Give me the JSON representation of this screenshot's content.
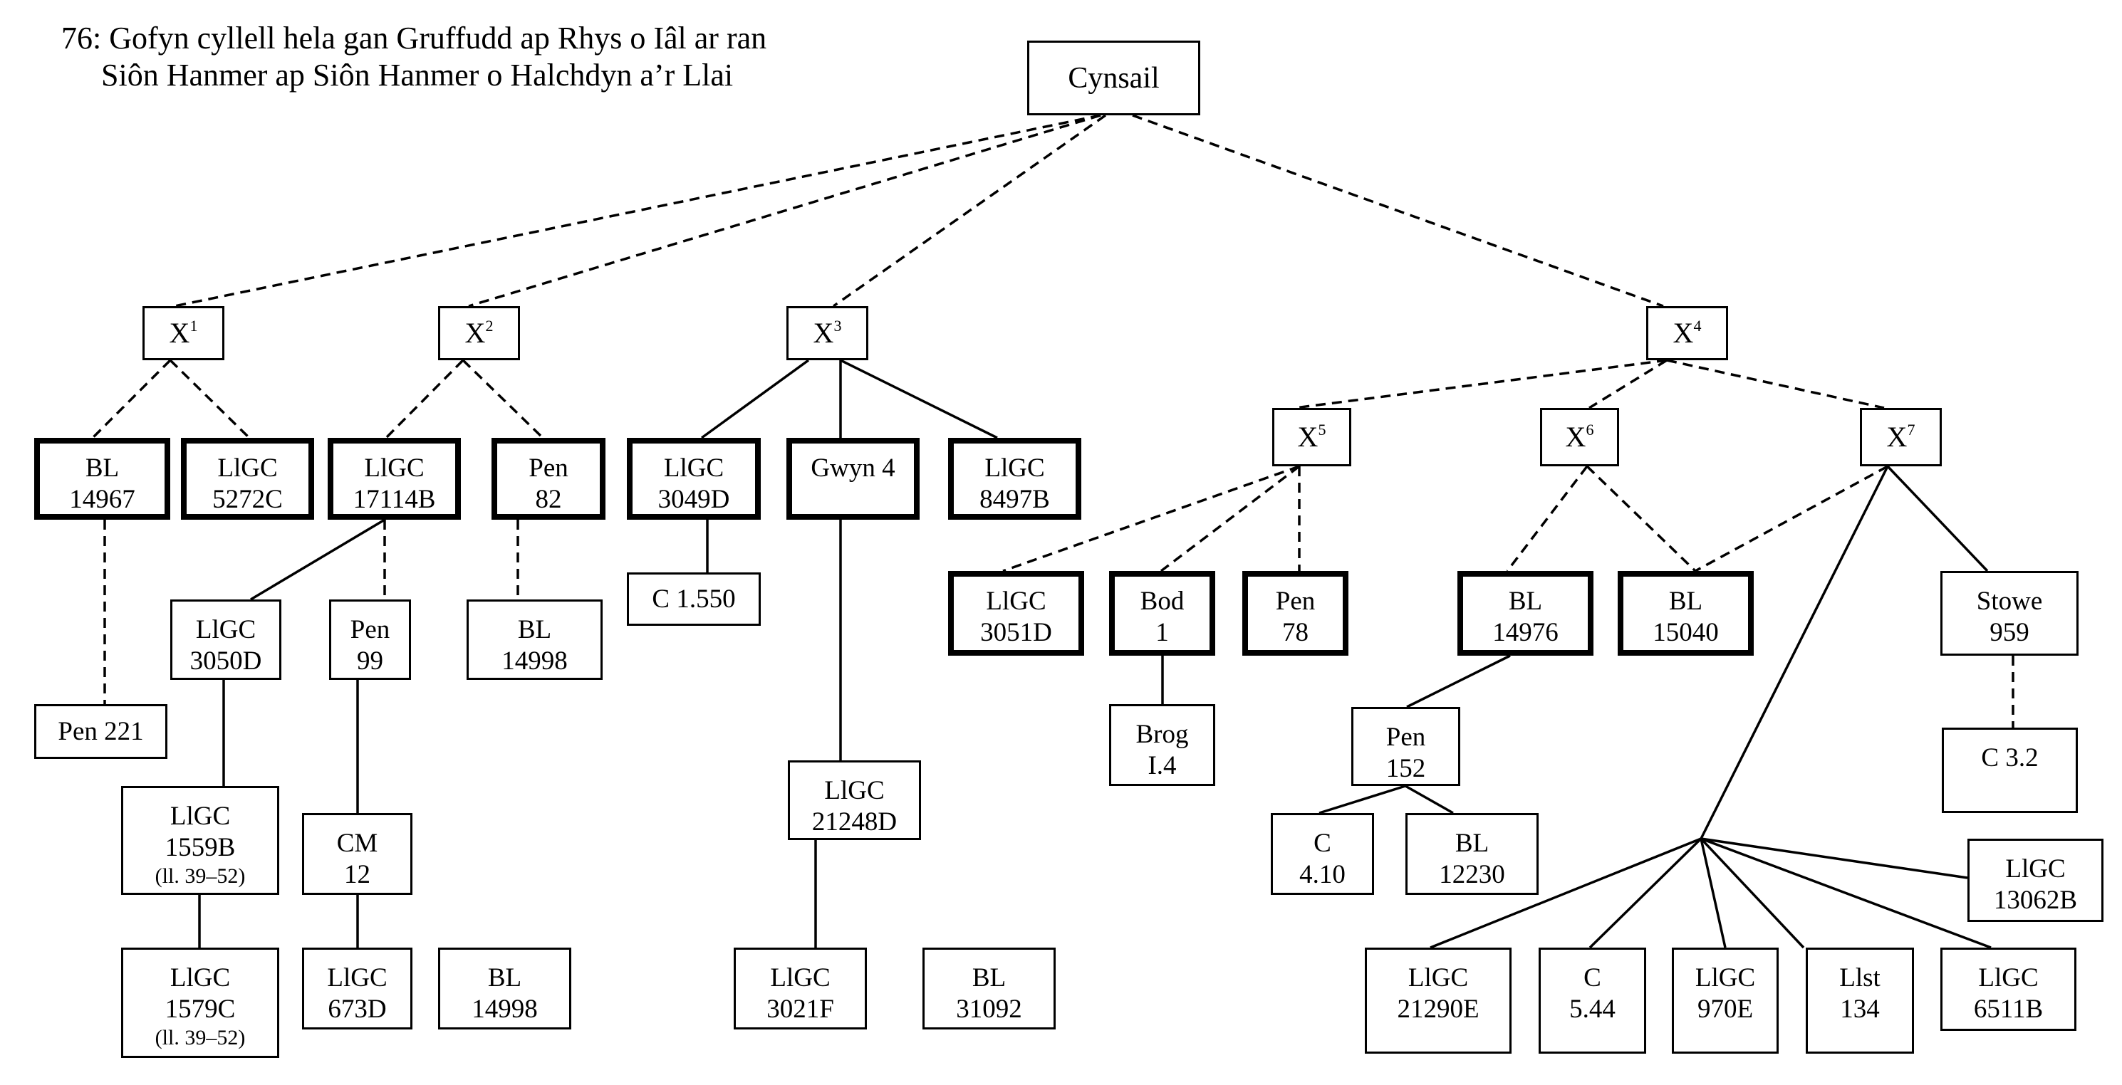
{
  "title": {
    "line1": "76: Gofyn cyllell hela gan Gruffudd ap Rhys o Iâl ar ran",
    "line2": "Siôn Hanmer ap Siôn Hanmer o Halchdyn a’r Llai"
  },
  "nodes": [
    {
      "id": "cynsail",
      "lines": [
        "Cynsail"
      ],
      "kind": "root"
    },
    {
      "id": "x1",
      "base": "X",
      "sup": "1",
      "kind": "hyp"
    },
    {
      "id": "x2",
      "base": "X",
      "sup": "2",
      "kind": "hyp"
    },
    {
      "id": "x3",
      "base": "X",
      "sup": "3",
      "kind": "hyp"
    },
    {
      "id": "x4",
      "base": "X",
      "sup": "4",
      "kind": "hyp"
    },
    {
      "id": "x5",
      "base": "X",
      "sup": "5",
      "kind": "hyp"
    },
    {
      "id": "x6",
      "base": "X",
      "sup": "6",
      "kind": "hyp"
    },
    {
      "id": "x7",
      "base": "X",
      "sup": "7",
      "kind": "hyp"
    },
    {
      "id": "bl14967",
      "lines": [
        "BL",
        "14967"
      ],
      "kind": "bold"
    },
    {
      "id": "llgc5272c",
      "lines": [
        "LlGC",
        "5272C"
      ],
      "kind": "bold"
    },
    {
      "id": "llgc17114b",
      "lines": [
        "LlGC",
        "17114B"
      ],
      "kind": "bold"
    },
    {
      "id": "pen82",
      "lines": [
        "Pen",
        "82"
      ],
      "kind": "bold"
    },
    {
      "id": "llgc3049d",
      "lines": [
        "LlGC",
        "3049D"
      ],
      "kind": "bold"
    },
    {
      "id": "gwyn4",
      "lines": [
        "Gwyn 4"
      ],
      "kind": "bold"
    },
    {
      "id": "llgc8497b",
      "lines": [
        "LlGC",
        "8497B"
      ],
      "kind": "bold"
    },
    {
      "id": "llgc3051d",
      "lines": [
        "LlGC",
        "3051D"
      ],
      "kind": "bold"
    },
    {
      "id": "bod1",
      "lines": [
        "Bod",
        "1"
      ],
      "kind": "bold"
    },
    {
      "id": "pen78",
      "lines": [
        "Pen",
        "78"
      ],
      "kind": "bold"
    },
    {
      "id": "bl14976",
      "lines": [
        "BL",
        "14976"
      ],
      "kind": "bold"
    },
    {
      "id": "bl15040",
      "lines": [
        "BL",
        "15040"
      ],
      "kind": "bold"
    },
    {
      "id": "stowe959",
      "lines": [
        "Stowe",
        "959"
      ],
      "kind": "plain"
    },
    {
      "id": "c1550",
      "lines": [
        "C 1.550"
      ],
      "kind": "center"
    },
    {
      "id": "llgc3050d",
      "lines": [
        "LlGC",
        "3050D"
      ],
      "kind": "plain"
    },
    {
      "id": "pen99",
      "lines": [
        "Pen",
        "99"
      ],
      "kind": "plain"
    },
    {
      "id": "bl14998a",
      "lines": [
        "BL",
        "14998"
      ],
      "kind": "plain"
    },
    {
      "id": "pen221",
      "lines": [
        "Pen 221"
      ],
      "kind": "center"
    },
    {
      "id": "brogi4",
      "lines": [
        "Brog",
        "I.4"
      ],
      "kind": "plain"
    },
    {
      "id": "pen152",
      "lines": [
        "Pen",
        "152"
      ],
      "kind": "plain"
    },
    {
      "id": "c32",
      "lines": [
        "C 3.2"
      ],
      "kind": "plain"
    },
    {
      "id": "llgc1559b",
      "lines": [
        "LlGC",
        "1559B"
      ],
      "note": "(ll. 39–52)",
      "kind": "plain"
    },
    {
      "id": "cm12",
      "lines": [
        "CM",
        "12"
      ],
      "kind": "plain"
    },
    {
      "id": "llgc21248d",
      "lines": [
        "LlGC",
        "21248D"
      ],
      "kind": "plain"
    },
    {
      "id": "c410",
      "lines": [
        "C",
        "4.10"
      ],
      "kind": "plain"
    },
    {
      "id": "bl12230",
      "lines": [
        "BL",
        "12230"
      ],
      "kind": "plain"
    },
    {
      "id": "llgc13062b",
      "lines": [
        "LlGC",
        "13062B"
      ],
      "kind": "plain"
    },
    {
      "id": "llgc1579c",
      "lines": [
        "LlGC",
        "1579C"
      ],
      "note": "(ll. 39–52)",
      "kind": "plain"
    },
    {
      "id": "llgc673d",
      "lines": [
        "LlGC",
        "673D"
      ],
      "kind": "plain"
    },
    {
      "id": "bl14998b",
      "lines": [
        "BL",
        "14998"
      ],
      "kind": "plain"
    },
    {
      "id": "llgc3021f",
      "lines": [
        "LlGC",
        "3021F"
      ],
      "kind": "plain"
    },
    {
      "id": "bl31092",
      "lines": [
        "BL",
        "31092"
      ],
      "kind": "plain"
    },
    {
      "id": "llgc21290e",
      "lines": [
        "LlGC",
        "21290E"
      ],
      "kind": "plain"
    },
    {
      "id": "c544",
      "lines": [
        "C",
        "5.44"
      ],
      "kind": "plain"
    },
    {
      "id": "llgc970e",
      "lines": [
        "LlGC",
        "970E"
      ],
      "kind": "plain"
    },
    {
      "id": "llst134",
      "lines": [
        "Llst",
        "134"
      ],
      "kind": "plain"
    },
    {
      "id": "llgc6511b",
      "lines": [
        "LlGC",
        "6511B"
      ],
      "kind": "plain"
    }
  ],
  "edges": [
    {
      "from": "cynsail",
      "to": "x1",
      "style": "dashed"
    },
    {
      "from": "cynsail",
      "to": "x2",
      "style": "dashed"
    },
    {
      "from": "cynsail",
      "to": "x3",
      "style": "dashed"
    },
    {
      "from": "cynsail",
      "to": "x4",
      "style": "dashed"
    },
    {
      "from": "x1",
      "to": "bl14967",
      "style": "dashed"
    },
    {
      "from": "x1",
      "to": "llgc5272c",
      "style": "dashed"
    },
    {
      "from": "x2",
      "to": "llgc17114b",
      "style": "dashed"
    },
    {
      "from": "x2",
      "to": "pen82",
      "style": "dashed"
    },
    {
      "from": "x3",
      "to": "llgc3049d",
      "style": "solid"
    },
    {
      "from": "x3",
      "to": "gwyn4",
      "style": "solid"
    },
    {
      "from": "x3",
      "to": "llgc8497b",
      "style": "solid"
    },
    {
      "from": "x4",
      "to": "x5",
      "style": "dashed"
    },
    {
      "from": "x4",
      "to": "x6",
      "style": "dashed"
    },
    {
      "from": "x4",
      "to": "x7",
      "style": "dashed"
    },
    {
      "from": "x5",
      "to": "llgc3051d",
      "style": "dashed"
    },
    {
      "from": "x5",
      "to": "bod1",
      "style": "dashed"
    },
    {
      "from": "x5",
      "to": "pen78",
      "style": "dashed"
    },
    {
      "from": "x6",
      "to": "bl14976",
      "style": "dashed"
    },
    {
      "from": "x6",
      "to": "bl15040",
      "style": "dashed"
    },
    {
      "from": "x7",
      "to": "bl15040",
      "style": "dashed"
    },
    {
      "from": "x7",
      "to": "stowe959",
      "style": "solid"
    },
    {
      "from": "x7",
      "to": "hub",
      "style": "solid"
    },
    {
      "from": "bl14967",
      "to": "pen221",
      "style": "dashed"
    },
    {
      "from": "llgc17114b",
      "to": "llgc3050d",
      "style": "solid"
    },
    {
      "from": "llgc17114b",
      "to": "pen99",
      "style": "dashed"
    },
    {
      "from": "pen82",
      "to": "bl14998a",
      "style": "dashed"
    },
    {
      "from": "llgc3049d",
      "to": "c1550",
      "style": "solid"
    },
    {
      "from": "gwyn4",
      "to": "llgc21248d",
      "style": "solid"
    },
    {
      "from": "llgc3050d",
      "to": "llgc1559b",
      "style": "solid"
    },
    {
      "from": "pen99",
      "to": "cm12",
      "style": "solid"
    },
    {
      "from": "llgc1559b",
      "to": "llgc1579c",
      "style": "solid"
    },
    {
      "from": "cm12",
      "to": "llgc673d",
      "style": "solid"
    },
    {
      "from": "llgc21248d",
      "to": "llgc3021f",
      "style": "solid"
    },
    {
      "from": "bod1",
      "to": "brogi4",
      "style": "solid"
    },
    {
      "from": "bl14976",
      "to": "pen152",
      "style": "solid"
    },
    {
      "from": "pen152",
      "to": "c410",
      "style": "solid"
    },
    {
      "from": "pen152",
      "to": "bl12230",
      "style": "solid"
    },
    {
      "from": "stowe959",
      "to": "c32",
      "style": "dashed"
    },
    {
      "from": "hub",
      "to": "llgc21290e",
      "style": "solid"
    },
    {
      "from": "hub",
      "to": "c544",
      "style": "solid"
    },
    {
      "from": "hub",
      "to": "llgc970e",
      "style": "solid"
    },
    {
      "from": "hub",
      "to": "llst134",
      "style": "solid"
    },
    {
      "from": "hub",
      "to": "llgc6511b",
      "style": "solid"
    },
    {
      "from": "hub",
      "to": "llgc13062b",
      "style": "solid"
    }
  ]
}
